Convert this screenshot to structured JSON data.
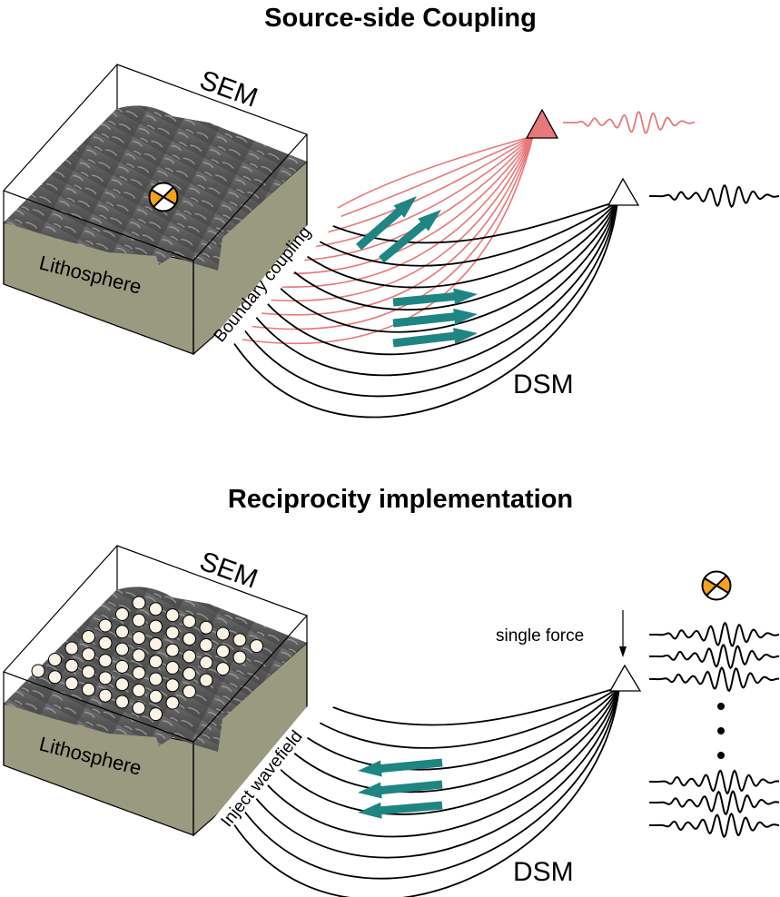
{
  "panels": [
    {
      "title": "Source-side Coupling",
      "domain_label": "SEM",
      "layer_label": "Lithosphere",
      "boundary_label": "Boundary coupling",
      "method_label": "DSM",
      "source_symbol": "focal-mechanism-beachball",
      "receiver_symbols": [
        "red-triangle-station",
        "white-triangle-station"
      ],
      "arrow_direction": "outward",
      "colors": {
        "red_rays": "#e8787a",
        "black_rays": "#000000",
        "arrows": "#1e8582",
        "olive": "#9a9a80",
        "beachball": "#f5a01e"
      }
    },
    {
      "title": "Reciprocity implementation",
      "domain_label": "SEM",
      "layer_label": "Lithosphere",
      "boundary_label": "Inject wavefield",
      "method_label": "DSM",
      "force_label": "single force",
      "source_symbol": "focal-mechanism-beachball",
      "receiver_symbols": [
        "white-triangle-station"
      ],
      "arrow_direction": "inward",
      "grid_points": 56,
      "colors": {
        "black_rays": "#000000",
        "arrows": "#1e8582",
        "olive": "#9a9a80",
        "beachball": "#f5a01e",
        "grid_points": "#fbf3e4"
      }
    }
  ]
}
